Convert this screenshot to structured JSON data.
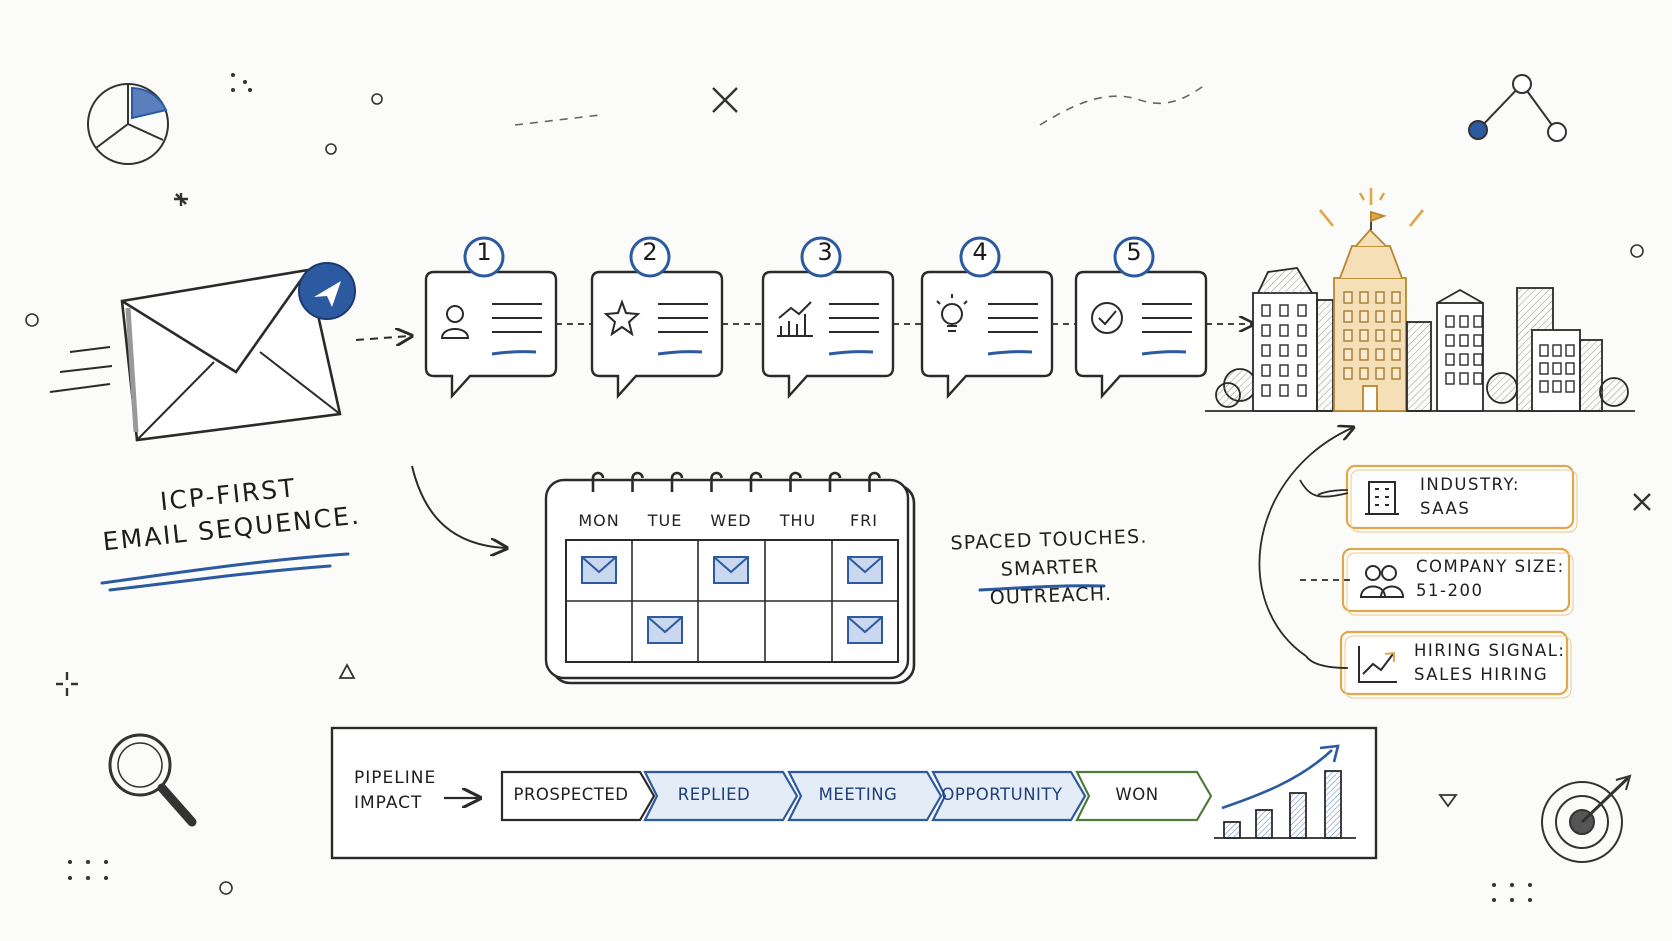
{
  "title": {
    "line1": "ICP-FIRST",
    "line2": "EMAIL SEQUENCE."
  },
  "steps": [
    {
      "number": "1",
      "icon": "person-icon"
    },
    {
      "number": "2",
      "icon": "star-icon"
    },
    {
      "number": "3",
      "icon": "bar-chart-icon"
    },
    {
      "number": "4",
      "icon": "lightbulb-icon"
    },
    {
      "number": "5",
      "icon": "checkmark-icon"
    }
  ],
  "calendar": {
    "days": [
      "MON",
      "TUE",
      "WED",
      "THU",
      "FRI"
    ],
    "emails": [
      {
        "row": 1,
        "day": "MON"
      },
      {
        "row": 1,
        "day": "WED"
      },
      {
        "row": 1,
        "day": "FRI"
      },
      {
        "row": 2,
        "day": "TUE"
      },
      {
        "row": 2,
        "day": "FRI"
      }
    ]
  },
  "tagline": {
    "line1": "SPACED TOUCHES.",
    "line2": "SMARTER OUTREACH."
  },
  "attributes": [
    {
      "line1": "INDUSTRY:",
      "line2": "SAAS",
      "icon": "building-icon"
    },
    {
      "line1": "COMPANY SIZE:",
      "line2": "51-200",
      "icon": "people-icon"
    },
    {
      "line1": "HIRING SIGNAL:",
      "line2": "SALES HIRING",
      "icon": "trend-chart-icon"
    }
  ],
  "pipeline": {
    "label_line1": "PIPELINE",
    "label_line2": "IMPACT",
    "stages": [
      "PROSPECTED",
      "REPLIED",
      "MEETING",
      "OPPORTUNITY",
      "WON"
    ]
  },
  "colors": {
    "ink": "#2a2a2a",
    "accent_blue": "#2c5aa0",
    "light_blue_fill": "#e4ecf7",
    "highlight_orange": "#e0a84c",
    "highlight_fill": "#f5dfb6",
    "won_green": "#4f7a3c"
  }
}
